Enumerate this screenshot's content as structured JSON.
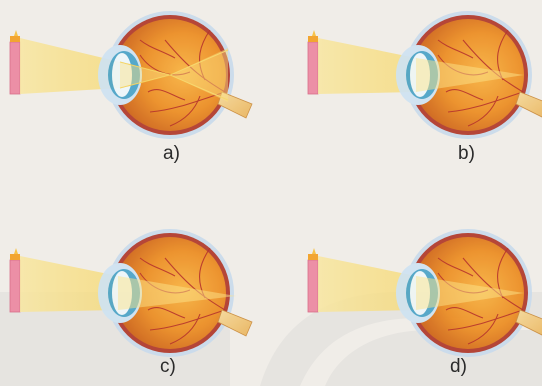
{
  "panels": [
    {
      "label": "a)",
      "focus": "before-retina"
    },
    {
      "label": "b)",
      "focus": "on-retina"
    },
    {
      "label": "c)",
      "focus": "behind-retina"
    },
    {
      "label": "d)",
      "focus": "on-retina"
    }
  ],
  "colors": {
    "background": "#f0ede8",
    "watermark": "#e4e2de",
    "candle": "#ec8fa6",
    "flame": "#f2a531",
    "light_beam": "#f8e08a",
    "sclera": "#b7cfe6",
    "iris": "#4da4c9",
    "lens": "#eef7fb",
    "eyeball": "#e58a1f",
    "vessels": "#b3261e",
    "optic_nerve": "#f3c77a"
  }
}
